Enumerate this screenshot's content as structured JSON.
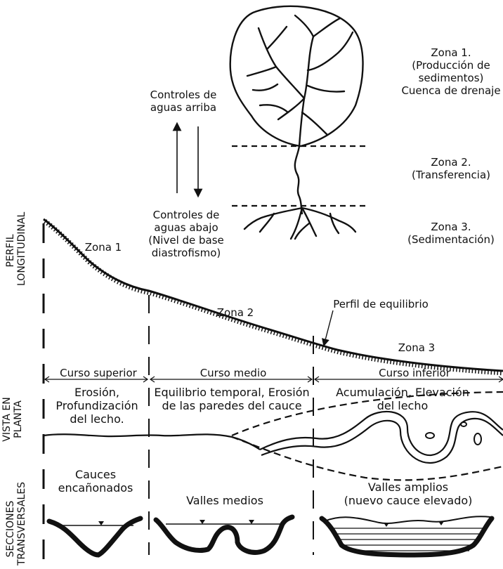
{
  "upstream_controls": "Controles de\naguas arriba",
  "downstream_controls": "Controles de\naguas abajo\n(Nivel de base\ndiastrofismo)",
  "zones_right": {
    "zone1": "Zona 1.\n(Producción de\nsedimentos)\nCuenca de drenaje",
    "zone2": "Zona 2.\n(Transferencia)",
    "zone3": "Zona 3.\n(Sedimentación)"
  },
  "section_labels": {
    "profile": "PERFIL\nLONGITUDINAL",
    "plan": "VISTA EN\nPLANTA",
    "cross": "SECCIONES\nTRANSVERSALES"
  },
  "profile_zones": {
    "zone1": "Zona 1",
    "zone2": "Zona 2",
    "zone3": "Zona 3",
    "equilibrium": "Perfil de equilibrio"
  },
  "courses": {
    "upper": "Curso superior",
    "middle": "Curso medio",
    "lower": "Curso inferior"
  },
  "processes": {
    "upper": "Erosión,\nProfundización\ndel lecho.",
    "middle": "Equilibrio temporal, Erosión\nde las paredes del cauce",
    "lower": "Acumulación, Elevación\ndel lecho"
  },
  "cross_sections": {
    "upper": "Cauces\nencañonados",
    "middle": "Valles medios",
    "lower": "Valles amplios\n(nuevo cauce elevado)"
  }
}
